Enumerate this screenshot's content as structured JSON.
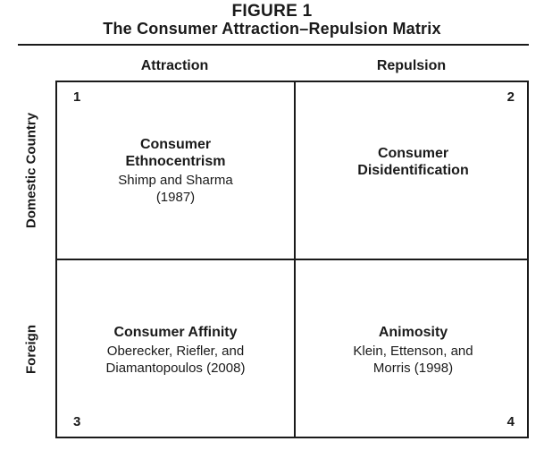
{
  "figure": {
    "number": "FIGURE 1",
    "title": "The Consumer Attraction–Repulsion Matrix"
  },
  "columns": {
    "attraction": "Attraction",
    "repulsion": "Repulsion"
  },
  "rows": {
    "domestic": "Domestic Country",
    "foreign": "Foreign"
  },
  "cells": [
    {
      "number": "1",
      "title_lines": [
        "Consumer",
        "Ethnocentrism"
      ],
      "reference_lines": [
        "Shimp and Sharma",
        "(1987)"
      ]
    },
    {
      "number": "2",
      "title_lines": [
        "Consumer",
        "Disidentification"
      ],
      "reference_lines": []
    },
    {
      "number": "3",
      "title_lines": [
        "Consumer Affinity"
      ],
      "reference_lines": [
        "Oberecker, Riefler, and",
        "Diamantopoulos (2008)"
      ]
    },
    {
      "number": "4",
      "title_lines": [
        "Animosity"
      ],
      "reference_lines": [
        "Klein, Ettenson, and",
        "Morris (1998)"
      ]
    }
  ]
}
